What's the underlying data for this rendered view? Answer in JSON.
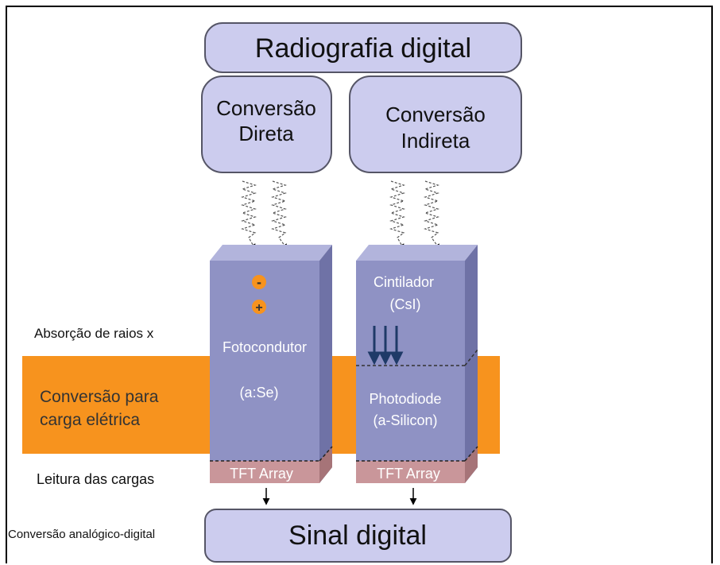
{
  "title": "Radiografia digital",
  "branches": {
    "direct": [
      "Conversão",
      "Direta"
    ],
    "indirect": [
      "Conversão",
      "Indireta"
    ]
  },
  "stages": {
    "absorption": "Absorção de raios x",
    "conversion": [
      "Conversão para",
      "carga elétrica"
    ],
    "readout": "Leitura das cargas",
    "adc": "Conversão analógico-digital"
  },
  "direct_block": {
    "minus": "-",
    "plus": "+",
    "material": "Fotocondutor",
    "formula": "(a:Se)",
    "tft": "TFT Array"
  },
  "indirect_block": {
    "scintillator": [
      "Cintilador",
      "(CsI)"
    ],
    "photodiode": [
      "Photodiode",
      "(a-Silicon)"
    ],
    "tft": "TFT Array"
  },
  "output": "Sinal digital",
  "colors": {
    "box_fill": "#ccccee",
    "box_stroke": "#555566",
    "block_front": "#8f92c4",
    "block_side": "#6f72a6",
    "block_top": "#b2b4dc",
    "band": "#f7931e",
    "tft": "#c9969a",
    "arrow_blue": "#1f3a68"
  }
}
